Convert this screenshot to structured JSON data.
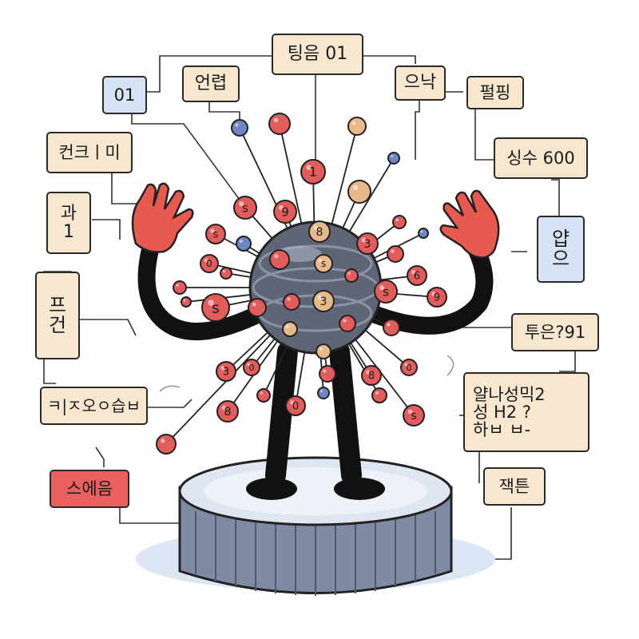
{
  "colors": {
    "background": "#ffffff",
    "label_fill": "#f7e7cf",
    "label_fill_blue": "#d6e3f4",
    "label_fill_red": "#ea5f5f",
    "node_red": "#e35c5c",
    "node_tan": "#e8b98a",
    "node_blue": "#6f86c4",
    "core_gray": "#5e6676",
    "pedestal": "#7f8ba3",
    "glove": "#e85a50",
    "outline": "#222222"
  },
  "labels": {
    "top_center": "팅음 01",
    "top_left": "언렵",
    "top_right": "으낙",
    "top_far_right": "펄핑",
    "left_top_blue": "01",
    "left_upper": "컨크ㅣ미",
    "left_middle": "과\n1",
    "left_lower": "프\n건",
    "left_wide": "ㅋ|ㅈ오ㅇ습ㅂ",
    "left_red": "스에음",
    "right_upper": "싱수 600",
    "right_blue_tall": "얍\n으",
    "right_middle": "투은?91",
    "right_big": "얄나성믹2\n성 H2 ?\n  하ㅂ ㅂ-",
    "right_bottom": "잭튼"
  },
  "node_texts": [
    "1",
    "s",
    "9",
    "8",
    "s",
    "3",
    "s",
    "0",
    "6",
    "s",
    "s",
    "9",
    "3",
    "3",
    "0",
    "8",
    "0",
    "0",
    "s",
    "8"
  ]
}
